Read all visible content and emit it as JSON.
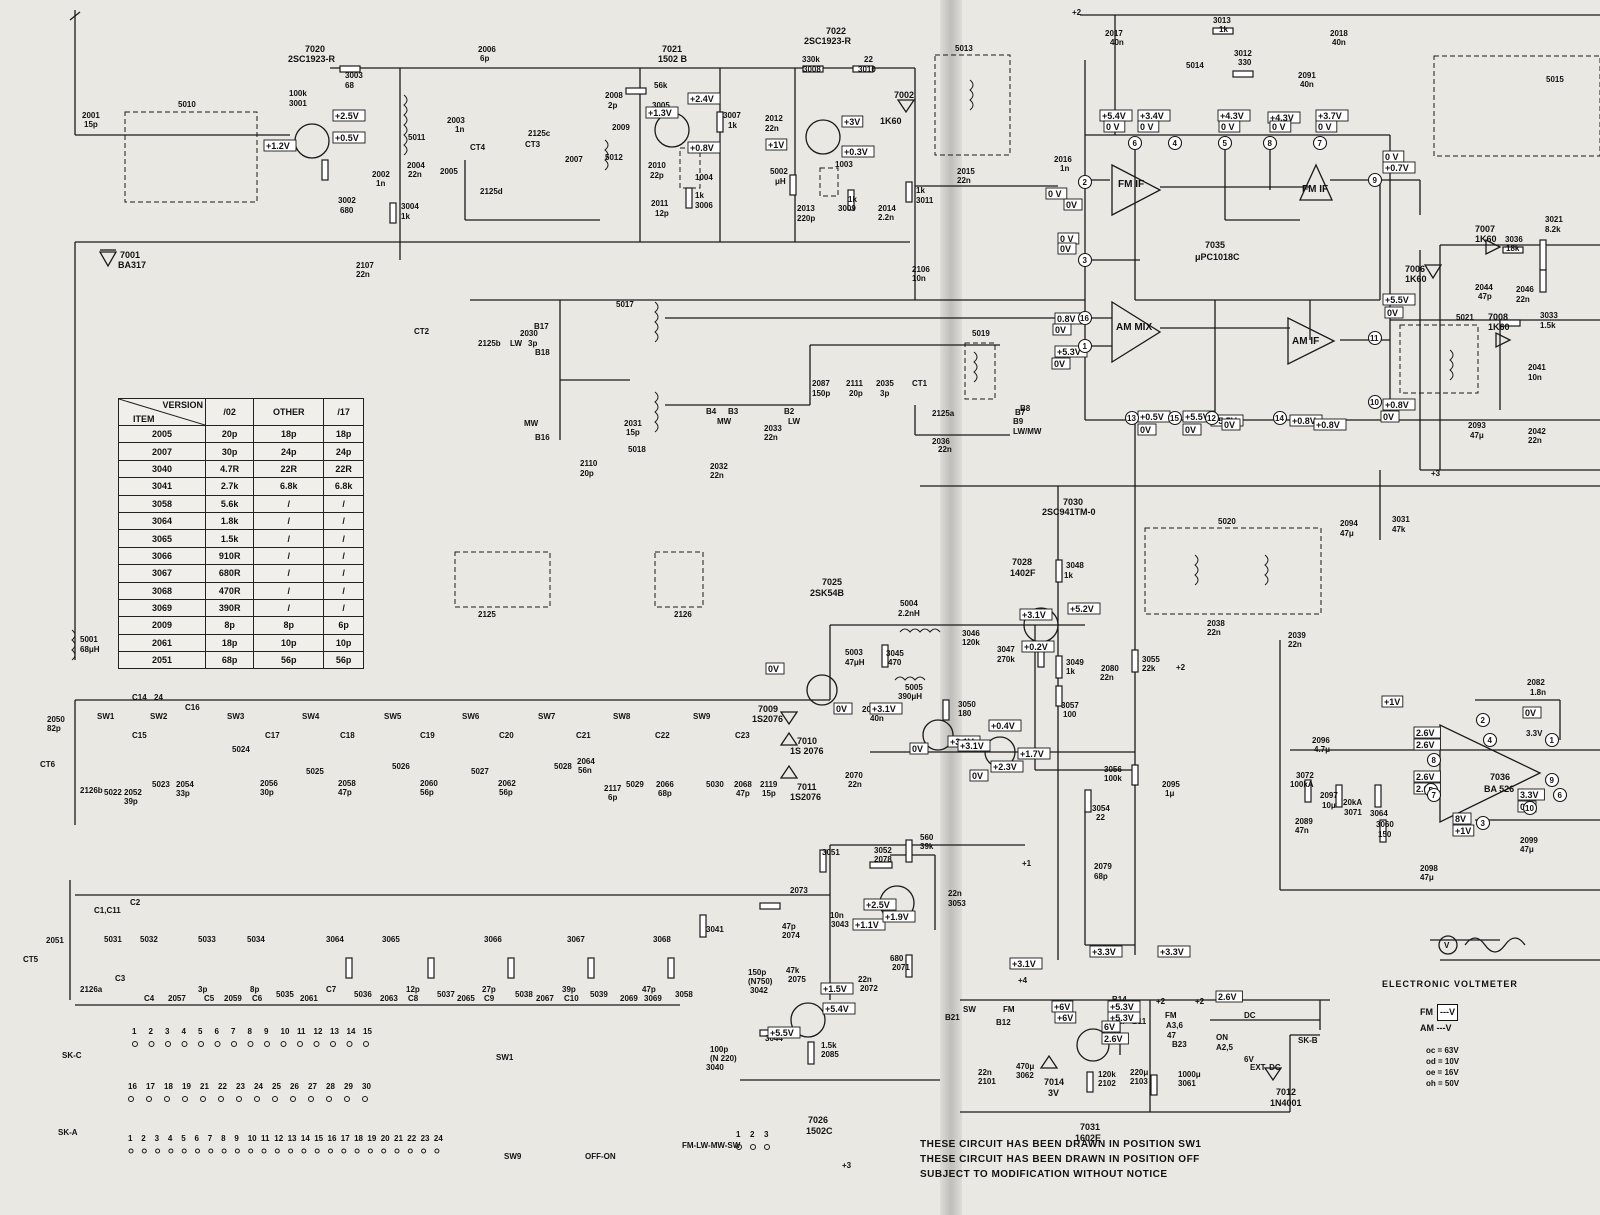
{
  "table": {
    "header": {
      "version": "VERSION",
      "item": "ITEM",
      "c1": "/02",
      "c2": "OTHER",
      "c3": "/17"
    },
    "rows": [
      [
        "2005",
        "20p",
        "18p",
        "18p"
      ],
      [
        "2007",
        "30p",
        "24p",
        "24p"
      ],
      [
        "3040",
        "4.7R",
        "22R",
        "22R"
      ],
      [
        "3041",
        "2.7k",
        "6.8k",
        "6.8k"
      ],
      [
        "3058",
        "5.6k",
        "/",
        "/"
      ],
      [
        "3064",
        "1.8k",
        "/",
        "/"
      ],
      [
        "3065",
        "1.5k",
        "/",
        "/"
      ],
      [
        "3066",
        "910R",
        "/",
        "/"
      ],
      [
        "3067",
        "680R",
        "/",
        "/"
      ],
      [
        "3068",
        "470R",
        "/",
        "/"
      ],
      [
        "3069",
        "390R",
        "/",
        "/"
      ],
      [
        "2009",
        "8p",
        "8p",
        "6p"
      ],
      [
        "2061",
        "18p",
        "10p",
        "10p"
      ],
      [
        "2051",
        "68p",
        "56p",
        "56p"
      ]
    ]
  },
  "blocks": {
    "fm_if_1": "FM IF",
    "fm_if_2": "FM IF",
    "am_mix": "AM MIX",
    "am_if": "AM IF",
    "ic_7035": "7035",
    "ic_7035_type": "μPC1018C",
    "ic_7036": "7036",
    "ic_7036_type": "BA 526"
  },
  "transistors": {
    "t7020": "7020",
    "t7020_type": "2SC1923-R",
    "t7021": "7021",
    "t7021_type": "1502 B",
    "t7022": "7022",
    "t7022_type": "2SC1923-R",
    "t7030": "7030",
    "t7030_type": "2SC941TM-0",
    "t7028": "7028",
    "t7028_type": "1402F",
    "t7025": "7025",
    "t7025_type": "2SK54B",
    "t7026": "7026",
    "t7026_type": "1502C",
    "t7031": "7031",
    "t7031_type": "1602E"
  },
  "diodes": {
    "d7001": "7001",
    "d7001_type": "BA317",
    "d7002": "7002",
    "d7002_type": "1K60",
    "d7006": "7006",
    "d7006_type": "1K60",
    "d7007": "7007",
    "d7007_type": "1K60",
    "d7008": "7008",
    "d7008_type": "1K60",
    "d7009": "7009",
    "d7009_type": "1S2076",
    "d7010": "7010",
    "d7010_type": "1S 2076",
    "d7011": "7011",
    "d7011_type": "1S2076",
    "d7012": "7012",
    "d7012_type": "1N4001",
    "d7014": "7014",
    "d7014_type": "3V"
  },
  "labels": [
    "2001",
    "15p",
    "5010",
    "3002",
    "680",
    "2002",
    "1n",
    "100k",
    "3001",
    "3003",
    "68",
    "5011",
    "2003",
    "1n",
    "2004",
    "22n",
    "2005",
    "CT4",
    "2125d",
    "2006",
    "6p",
    "2125c",
    "CT3",
    "2007",
    "5012",
    "2008",
    "2p",
    "56k",
    "3005",
    "2009",
    "2010",
    "22p",
    "2011",
    "12p",
    "1k",
    "3006",
    "3007",
    "1k",
    "2012",
    "22n",
    "1004",
    "330k",
    "3008",
    "22",
    "3010",
    "5002",
    "μH",
    "2013",
    "220p",
    "1003",
    "1k",
    "3009",
    "2014",
    "2.2n",
    "5013",
    "1k",
    "3011",
    "2015",
    "22n",
    "2016",
    "1n",
    "2107",
    "22n",
    "2106",
    "10n",
    "3004",
    "1k",
    "5001",
    "68μH",
    "CT2",
    "2125b",
    "2030",
    "3p",
    "B17",
    "LW",
    "B18",
    "5017",
    "MW",
    "B16",
    "2031",
    "15p",
    "2110",
    "20p",
    "5018",
    "B4",
    "B3",
    "MW",
    "B2",
    "LW",
    "2033",
    "22n",
    "2032",
    "22n",
    "2087",
    "150p",
    "2111",
    "20p",
    "2035",
    "3p",
    "CT1",
    "2125a",
    "5019",
    "B7",
    "B8",
    "B9",
    "LW/MW",
    "2036",
    "22n",
    "2017",
    "40n",
    "3013",
    "1k",
    "2018",
    "40n",
    "5014",
    "3012",
    "330",
    "2091",
    "40n",
    "5015",
    "2125",
    "2126",
    "5020",
    "2038",
    "22n",
    "2039",
    "22n",
    "2094",
    "47μ",
    "3031",
    "47k",
    "3021",
    "8.2k",
    "3036",
    "18k",
    "2044",
    "47p",
    "2046",
    "22n",
    "3033",
    "1.5k",
    "5021",
    "2041",
    "10n",
    "2093",
    "47μ",
    "2042",
    "22n",
    "3048",
    "1k",
    "3049",
    "1k",
    "2080",
    "22n",
    "3057",
    "100",
    "3055",
    "22k",
    "3056",
    "100k",
    "2095",
    "1μ",
    "3054",
    "22",
    "2079",
    "68p",
    "5004",
    "2.2nH",
    "3046",
    "120k",
    "3047",
    "270k",
    "5003",
    "47μH",
    "3045",
    "470",
    "5005",
    "390μH",
    "2076",
    "40n",
    "3050",
    "180",
    "2070",
    "22n",
    "2096",
    "4.7μ",
    "3072",
    "100kA",
    "2089",
    "47n",
    "20kA",
    "3071",
    "3064",
    "2097",
    "10μ",
    "3060",
    "150",
    "2098",
    "47μ",
    "2082",
    "1.8n",
    "3.3V",
    "2099",
    "47μ",
    "2050",
    "82p",
    "CT6",
    "2126b",
    "SW1",
    "C14",
    "24",
    "C15",
    "SW2",
    "C16",
    "5022",
    "2052",
    "39p",
    "5023",
    "2054",
    "33p",
    "SW3",
    "C17",
    "5024",
    "2056",
    "30p",
    "SW4",
    "C18",
    "5025",
    "2058",
    "47p",
    "SW5",
    "C19",
    "5026",
    "2060",
    "56p",
    "SW6",
    "C20",
    "5027",
    "2062",
    "56p",
    "SW7",
    "C21",
    "5028",
    "2064",
    "56n",
    "2117",
    "6p",
    "SW8",
    "C22",
    "5029",
    "2066",
    "68p",
    "SW9",
    "C23",
    "5030",
    "2068",
    "47p",
    "2119",
    "15p",
    "2051",
    "CT5",
    "2126a",
    "C1,C11",
    "C2",
    "5031",
    "C3",
    "5032",
    "C4",
    "5033",
    "2057",
    "3p",
    "C5",
    "5034",
    "2059",
    "8p",
    "C6",
    "3064",
    "5035",
    "2061",
    "C7",
    "3065",
    "5036",
    "2063",
    "12p",
    "C8",
    "3066",
    "5037",
    "2065",
    "27p",
    "C9",
    "3067",
    "5038",
    "2067",
    "39p",
    "C10",
    "3068",
    "5039",
    "2069",
    "47p",
    "3069",
    "3058",
    "3041",
    "2073",
    "47p",
    "2074",
    "10n",
    "3043",
    "3051",
    "560",
    "39k",
    "3052",
    "2078",
    "22n",
    "3053",
    "680",
    "2071",
    "150p",
    "(N750)",
    "3042",
    "47k",
    "2075",
    "22n",
    "2072",
    "100p",
    "(N 220)",
    "3040",
    "3044",
    "1.5k",
    "2085",
    "22n",
    "2101",
    "470μ",
    "3062",
    "120k",
    "2102",
    "220μ",
    "2103",
    "1000μ",
    "3061",
    "47",
    "B23",
    "SW",
    "B21",
    "FM",
    "B12",
    "B14",
    "B15",
    "AM",
    "B11",
    "FM",
    "A3,6",
    "ON",
    "A2,5",
    "DC",
    "6V",
    "EXT. DC",
    "SK-B",
    "SK-C",
    "SK-A",
    "FM-LW-MW-SW",
    "SW1",
    "SW9",
    "OFF-ON",
    "+3",
    "+2",
    "+4",
    "+1",
    "+2",
    "+2",
    "+2",
    "+3"
  ],
  "voltages": [
    "+2.5V",
    "+0.5V",
    "+1.2V",
    "+1.3V",
    "+2.4V",
    "+0.8V",
    "+3V",
    "+0.3V",
    "+1V",
    "+5.4V",
    "+3.4V",
    "+4.3V",
    "+4.3V",
    "+3.7V",
    "0 V",
    "0 V",
    "0 V",
    "0 V",
    "0 V",
    "0 V",
    "+0.7V",
    "0 V",
    "0V",
    "0 V",
    "0V",
    "0.8V",
    "0V",
    "+5.3V",
    "0V",
    "+5.5V",
    "0V",
    "+0.8V",
    "0V",
    "+0.5V",
    "0V",
    "+5.5V",
    "0V",
    "+5.5V",
    "0V",
    "+0.8V",
    "+0.8V",
    "+5.2V",
    "+0.2V",
    "+3.1V",
    "0V",
    "0V",
    "+3.1V",
    "+3.1V",
    "+3.1V",
    "+0.4V",
    "0V",
    "0V",
    "+2.3V",
    "+1.7V",
    "+1.1V",
    "+2.5V",
    "+1.9V",
    "+1.5V",
    "+5.5V",
    "+5.4V",
    "+3.3V",
    "+3.3V",
    "+3.1V",
    "+6V",
    "+6V",
    "+5.3V",
    "+5.3V",
    "6V",
    "2.6V",
    "2.6V",
    "2.6V",
    "2.6V",
    "2.6V",
    "2.6V",
    "3.3V",
    "0V",
    "0V",
    "8V",
    "+1V",
    "+1V"
  ],
  "pins": [
    "1",
    "2",
    "3",
    "4",
    "5",
    "6",
    "7",
    "8",
    "9",
    "10",
    "11",
    "12",
    "13",
    "14",
    "15",
    "16"
  ],
  "ba526_pins": [
    "1",
    "2",
    "3",
    "4",
    "5",
    "6",
    "7",
    "8",
    "9",
    "10"
  ],
  "connectors": {
    "skb_top": [
      "1",
      "2",
      "3",
      "4",
      "5",
      "6",
      "7",
      "8",
      "9",
      "10",
      "11",
      "12",
      "13",
      "14",
      "15"
    ],
    "skb_bottom": [
      "16",
      "17",
      "18",
      "19",
      "21",
      "22",
      "23",
      "24",
      "25",
      "26",
      "27",
      "28",
      "29",
      "30"
    ],
    "skc": [
      "1",
      "2",
      "3",
      "4",
      "5",
      "6",
      "7",
      "8",
      "9",
      "10",
      "11",
      "12",
      "13",
      "14",
      "15",
      "16",
      "17",
      "18",
      "19",
      "20",
      "21",
      "22",
      "23",
      "24"
    ],
    "ska": [
      "1",
      "2",
      "3"
    ]
  },
  "notes": {
    "line1": "THESE CIRCUIT HAS BEEN DRAWN IN POSITION SW1",
    "line2": "THESE CIRCUIT HAS BEEN DRAWN IN POSITION OFF",
    "line3": "SUBJECT TO MODIFICATION WITHOUT NOTICE"
  },
  "meter": {
    "title": "ELECTRONIC VOLTMETER",
    "fm": "FM",
    "am": "AM",
    "fm_sym": "---V",
    "am_sym": "---V",
    "oc": "oc = 63V",
    "od": "od = 10V",
    "oe": "oe = 16V",
    "oh": "oh = 50V"
  },
  "colors": {
    "paper": "#e9e8e3",
    "ink": "#1a1a1a"
  }
}
